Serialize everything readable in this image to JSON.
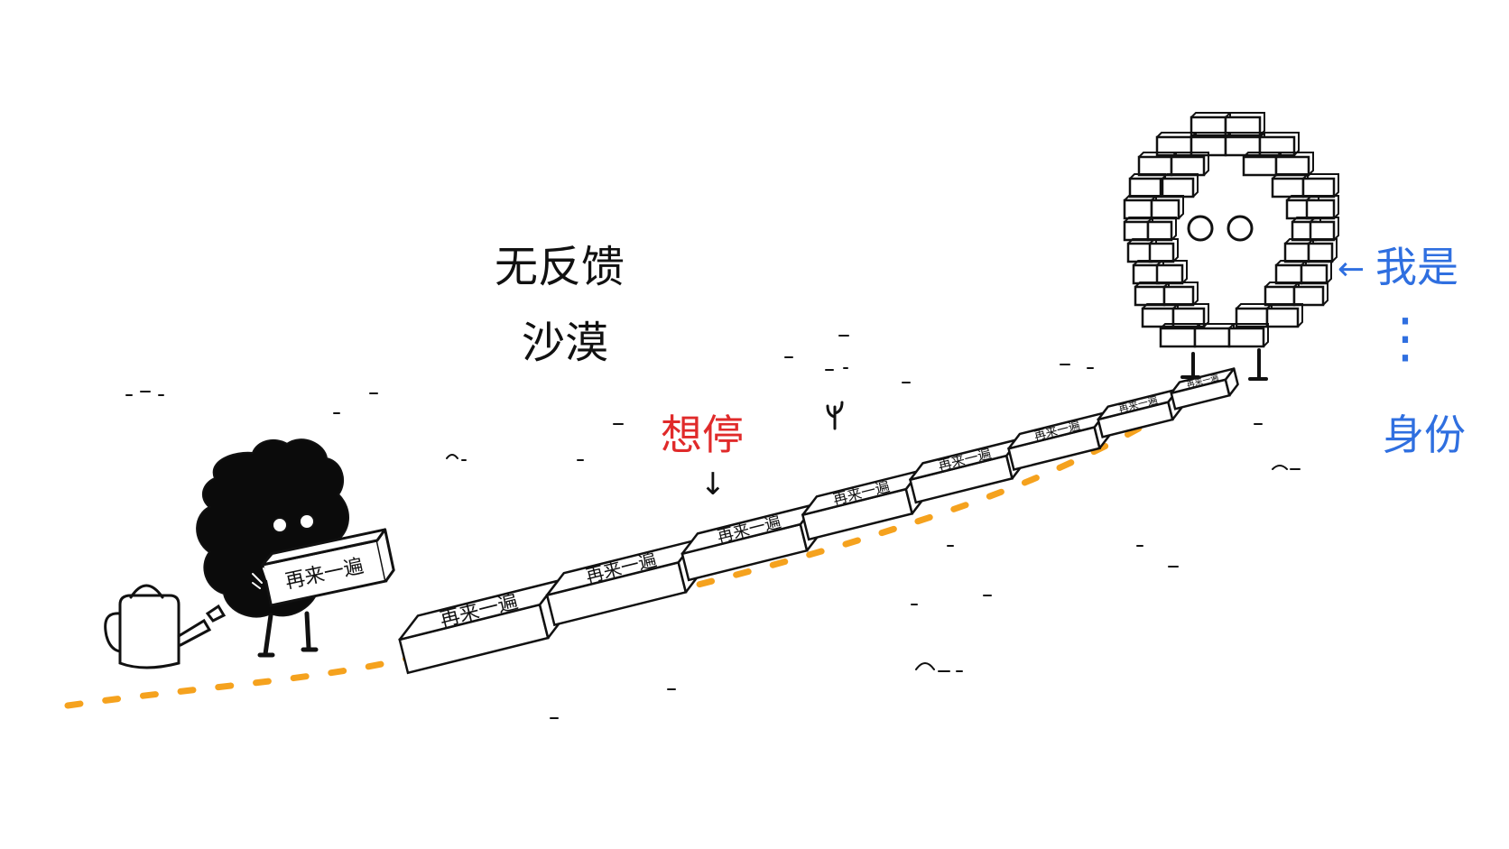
{
  "caption": {
    "line1": "无反馈",
    "line2": "沙漠"
  },
  "annotations": {
    "stop": "想停",
    "stop_arrow": "↓",
    "identity_top": "我是",
    "identity_arrow": "←",
    "identity_bottom": "身份",
    "dots": "⋮"
  },
  "brick_label": "再来一遍",
  "colors": {
    "path": "#f5a21e",
    "stop": "#e02a2a",
    "identity": "#2f6fe0",
    "ink": "#111111"
  }
}
